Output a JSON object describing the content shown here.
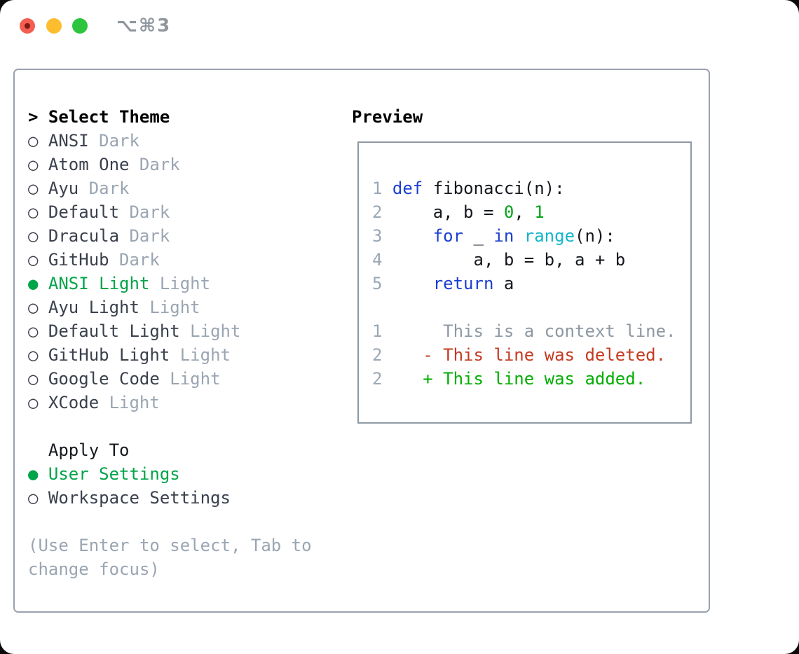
{
  "window": {
    "title": "⌥⌘3"
  },
  "theme_selector": {
    "cursor": ">",
    "title": "Select Theme",
    "items": [
      {
        "bullet": "○",
        "name": "ANSI",
        "variant": "Dark",
        "selected": false
      },
      {
        "bullet": "○",
        "name": "Atom One",
        "variant": "Dark",
        "selected": false
      },
      {
        "bullet": "○",
        "name": "Ayu",
        "variant": "Dark",
        "selected": false
      },
      {
        "bullet": "○",
        "name": "Default",
        "variant": "Dark",
        "selected": false
      },
      {
        "bullet": "○",
        "name": "Dracula",
        "variant": "Dark",
        "selected": false
      },
      {
        "bullet": "○",
        "name": "GitHub",
        "variant": "Dark",
        "selected": false
      },
      {
        "bullet": "●",
        "name": "ANSI Light",
        "variant": "Light",
        "selected": true
      },
      {
        "bullet": "○",
        "name": "Ayu Light",
        "variant": "Light",
        "selected": false
      },
      {
        "bullet": "○",
        "name": "Default Light",
        "variant": "Light",
        "selected": false
      },
      {
        "bullet": "○",
        "name": "GitHub Light",
        "variant": "Light",
        "selected": false
      },
      {
        "bullet": "○",
        "name": "Google Code",
        "variant": "Light",
        "selected": false
      },
      {
        "bullet": "○",
        "name": "XCode",
        "variant": "Light",
        "selected": false
      }
    ]
  },
  "apply_to": {
    "label": "Apply To",
    "options": [
      {
        "bullet": "●",
        "name": "User Settings",
        "selected": true
      },
      {
        "bullet": "○",
        "name": "Workspace Settings",
        "selected": false
      }
    ]
  },
  "hint": "(Use Enter to select, Tab to change focus)",
  "preview": {
    "title": "Preview",
    "lines": [
      [
        [
          "1 ",
          "ln"
        ],
        [
          "def",
          "kw"
        ],
        [
          " fibonacci(n):",
          "fg"
        ]
      ],
      [
        [
          "2 ",
          "ln"
        ],
        [
          "    a, b = ",
          "fg"
        ],
        [
          "0",
          "num"
        ],
        [
          ", ",
          "fg"
        ],
        [
          "1",
          "num"
        ]
      ],
      [
        [
          "3 ",
          "ln"
        ],
        [
          "    ",
          "fg"
        ],
        [
          "for",
          "kw"
        ],
        [
          " _ ",
          "fg"
        ],
        [
          "in",
          "kw"
        ],
        [
          " ",
          "fg"
        ],
        [
          "range",
          "fn"
        ],
        [
          "(n):",
          "fg"
        ]
      ],
      [
        [
          "4 ",
          "ln"
        ],
        [
          "        a, b = b, a + b",
          "fg"
        ]
      ],
      [
        [
          "5 ",
          "ln"
        ],
        [
          "    ",
          "fg"
        ],
        [
          "return",
          "kw"
        ],
        [
          " a",
          "fg"
        ]
      ],
      [],
      [
        [
          "1 ",
          "ln"
        ],
        [
          "     This is a context line.",
          "ctx"
        ]
      ],
      [
        [
          "2 ",
          "ln"
        ],
        [
          "   - This line was deleted.",
          "del"
        ]
      ],
      [
        [
          "2 ",
          "ln"
        ],
        [
          "   + This line was added.",
          "add"
        ]
      ]
    ]
  },
  "colors": {
    "accent_green": "#00a449",
    "header_text": "#000000",
    "item_text": "#3a404c",
    "muted": "#9aa5b2",
    "hint_text": "#9aa5b2",
    "title_text": "#8f969e",
    "panel_border": "#99a2ad",
    "box_border": "#8e99a4",
    "code_fg": "#14171c",
    "keyword": "#1a3fd1",
    "function": "#14b6cb",
    "number": "#00a617",
    "added": "#00ae00",
    "deleted": "#c43a20",
    "context": "#8d98a3",
    "line_number": "#9aa7b5",
    "light_red": "#f45d52",
    "light_red_dot": "#7d1a12",
    "light_yellow": "#fcbd2f",
    "light_green": "#2cc53d"
  }
}
